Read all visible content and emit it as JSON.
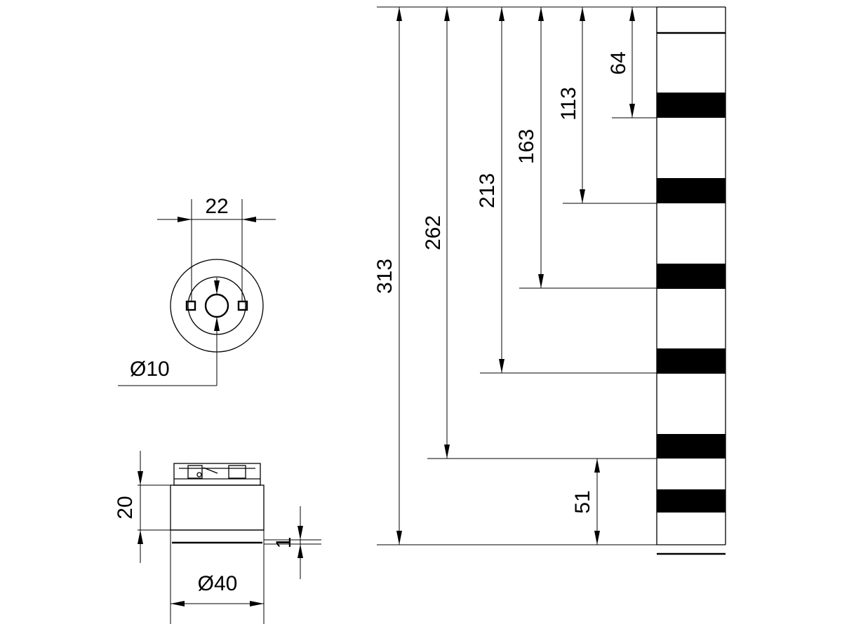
{
  "drawing": {
    "top_view": {
      "pin_spacing_label": "22",
      "bore_label": "Ø10"
    },
    "side_view": {
      "height_label": "20",
      "gap_label": "1",
      "diameter_label": "Ø40"
    },
    "tower": {
      "total_height_label": "313",
      "tier_labels": [
        "262",
        "213",
        "163",
        "113",
        "64"
      ],
      "base_label": "51"
    }
  }
}
